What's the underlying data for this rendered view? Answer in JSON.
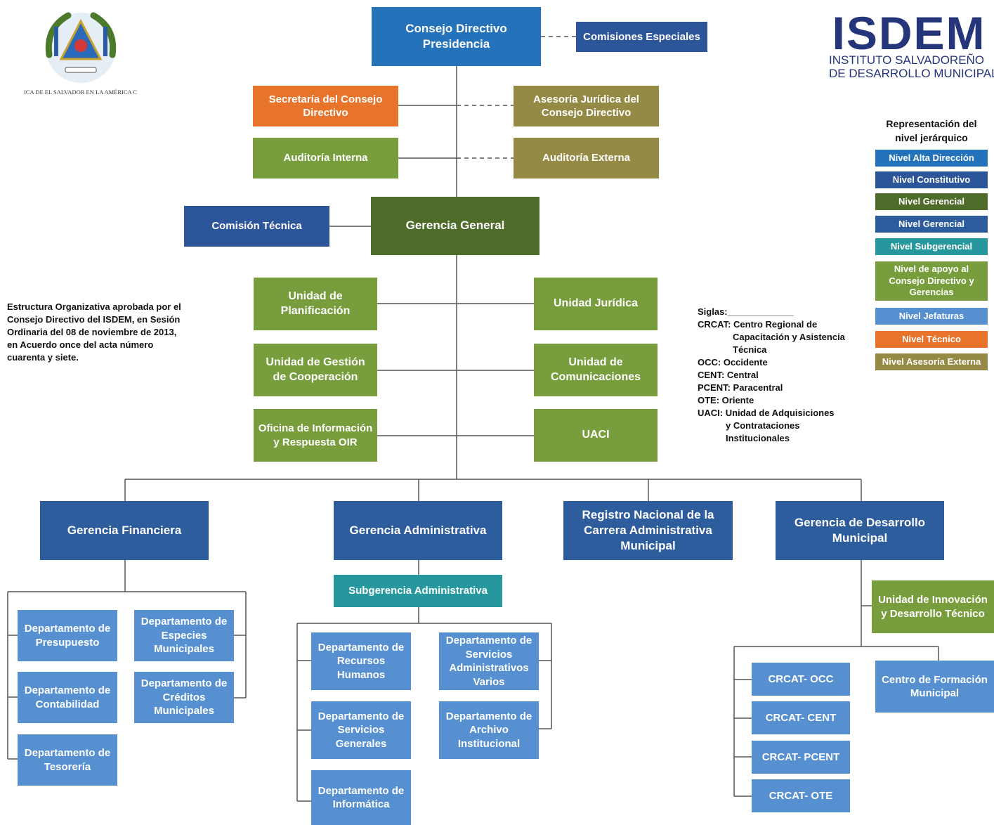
{
  "colors": {
    "alta": "#2472b9",
    "constitutivo": "#2d5599",
    "gerencial_green": "#4e6b2a",
    "gerencial_blue": "#2e5d9e",
    "subgerencial": "#27979e",
    "apoyo": "#779d3c",
    "jefaturas": "#5690d0",
    "tecnico": "#e8732a",
    "asesoria": "#948945"
  },
  "header": {
    "seal_text": "REPÚBLICA DE EL SALVADOR EN LA AMÉRICA CENTRAL",
    "logo_word": "ISDEM",
    "logo_line1": "INSTITUTO SALVADOREÑO",
    "logo_line2": "DE DESARROLLO MUNICIPAL"
  },
  "top": {
    "consejo": "Consejo Directivo Presidencia",
    "comisiones": "Comisiones Especiales",
    "secretaria": "Secretaría del Consejo Directivo",
    "asesoria": "Asesoría Jurídica del Consejo Directivo",
    "auditoria_interna": "Auditoría Interna",
    "auditoria_externa": "Auditoría Externa",
    "comision_tecnica": "Comisión Técnica",
    "gerencia_general": "Gerencia General"
  },
  "units": {
    "planificacion": "Unidad de Planificación",
    "juridica": "Unidad Jurídica",
    "cooperacion": "Unidad de Gestión de Cooperación",
    "comunicaciones": "Unidad de Comunicaciones",
    "oir": "Oficina de Información y Respuesta OIR",
    "uaci": "UACI"
  },
  "gerencias": {
    "financiera": "Gerencia Financiera",
    "administrativa": "Gerencia Administrativa",
    "registro": "Registro Nacional de la Carrera Administrativa Municipal",
    "desarrollo": "Gerencia de Desarrollo Municipal",
    "subgerencia": "Subgerencia Administrativa"
  },
  "departments": {
    "presupuesto": "Departamento de Presupuesto",
    "especies": "Departamento de Especies Municipales",
    "contabilidad": "Departamento de Contabilidad",
    "creditos": "Departamento de Créditos Municipales",
    "tesoreria": "Departamento de Tesorería",
    "rrhh": "Departamento de Recursos Humanos",
    "servicios_admin": "Departamento de Servicios Administrativos Varios",
    "servicios_generales": "Departamento de Servicios Generales",
    "archivo": "Departamento de Archivo Institucional",
    "informatica": "Departamento de Informática"
  },
  "desarrollo": {
    "innovacion": "Unidad de Innovación y Desarrollo Técnico",
    "crcat_occ": "CRCAT- OCC",
    "crcat_cent": "CRCAT- CENT",
    "crcat_pcent": "CRCAT- PCENT",
    "crcat_ote": "CRCAT- OTE",
    "centro": "Centro de Formación Municipal"
  },
  "note": [
    "Estructura Organizativa aprobada por el",
    "Consejo Directivo del ISDEM, en Sesión",
    "Ordinaria del 08 de noviembre de 2013,",
    "en Acuerdo once del acta número",
    "cuarenta y siete."
  ],
  "siglas": {
    "title": "Siglas:_____________",
    "lines": [
      "CRCAT: Centro Regional de",
      "Capacitación y Asistencia",
      "Técnica",
      "OCC: Occidente",
      "CENT: Central",
      "PCENT: Paracentral",
      "OTE: Oriente",
      "UACI: Unidad de Adquisiciones",
      "y Contrataciones",
      "Institucionales"
    ]
  },
  "legend": {
    "title": "Representación del nivel jerárquico",
    "items": [
      "Nivel Alta Dirección",
      "Nivel Constitutivo",
      "Nivel Gerencial",
      "Nivel Gerencial",
      "Nivel Subgerencial",
      "Nivel de apoyo al Consejo Directivo y Gerencias",
      "Nivel Jefaturas",
      "Nivel Técnico",
      "Nivel Asesoría Externa"
    ]
  }
}
